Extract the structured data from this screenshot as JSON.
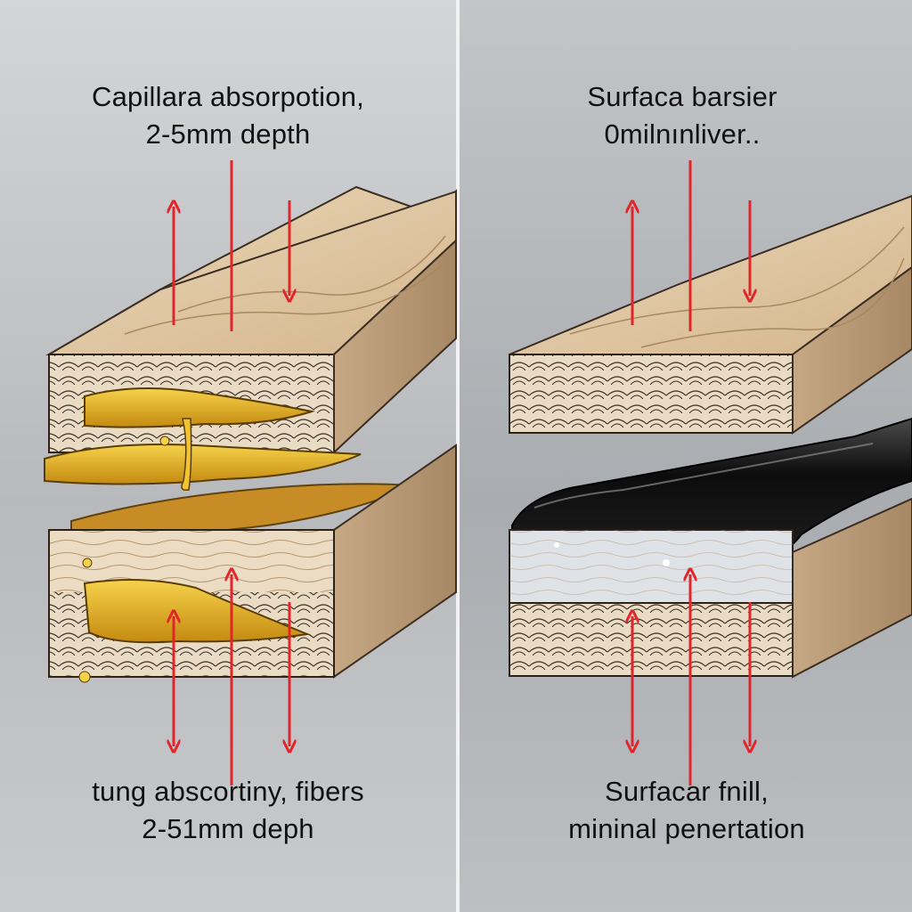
{
  "left_panel": {
    "top_label": [
      "Capillara absorpotion,",
      "2-5mm depth"
    ],
    "bottom_label": [
      "tung abscortiny, fibers",
      "2-51mm deph"
    ]
  },
  "right_panel": {
    "top_label": [
      "Surfaca barsier",
      "0milnınliver.."
    ],
    "bottom_label": [
      "Surfacar fnill,",
      "mininal penertation"
    ]
  },
  "colors": {
    "wood_top": "#e2c9a6",
    "wood_side": "#b89a78",
    "end_grain": "#e8d9c2",
    "oil": "#e0a81a",
    "barrier": "#141414",
    "arrow": "#e0262b"
  }
}
